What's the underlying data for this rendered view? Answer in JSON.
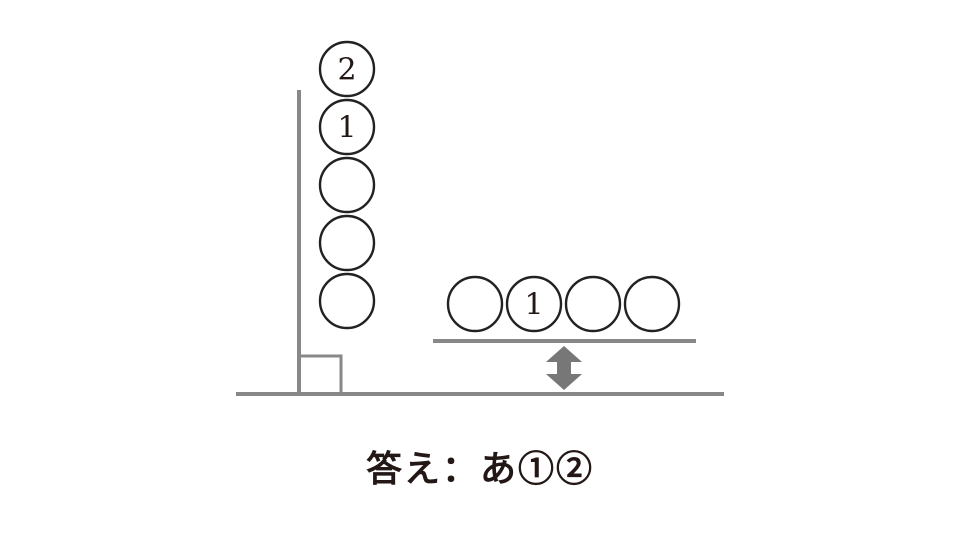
{
  "vertical_stack": [
    {
      "label": "2"
    },
    {
      "label": "1"
    },
    {
      "label": ""
    },
    {
      "label": ""
    },
    {
      "label": ""
    }
  ],
  "horizontal_row": [
    {
      "label": ""
    },
    {
      "label": "1"
    },
    {
      "label": ""
    },
    {
      "label": ""
    }
  ],
  "answer_text": "答え：あ①②",
  "colors": {
    "line": "#888888",
    "circle_stroke": "#222222",
    "text": "#231816",
    "arrow": "#777777"
  }
}
